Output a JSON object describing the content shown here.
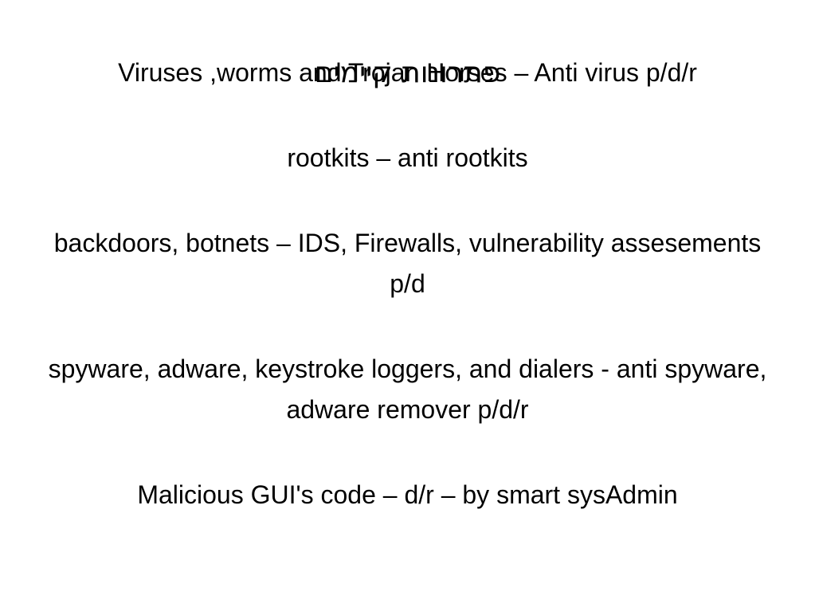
{
  "slide": {
    "title": "פתרונות קיימים",
    "bullets": [
      "Viruses ,worms and Trojan Horses – Anti virus p/d/r",
      "rootkits – anti rootkits",
      "backdoors, botnets – IDS, Firewalls, vulnerability assesements p/d",
      "spyware, adware, keystroke loggers, and dialers - anti spyware, adware remover p/d/r",
      "Malicious GUI's code – d/r – by smart sysAdmin"
    ]
  }
}
